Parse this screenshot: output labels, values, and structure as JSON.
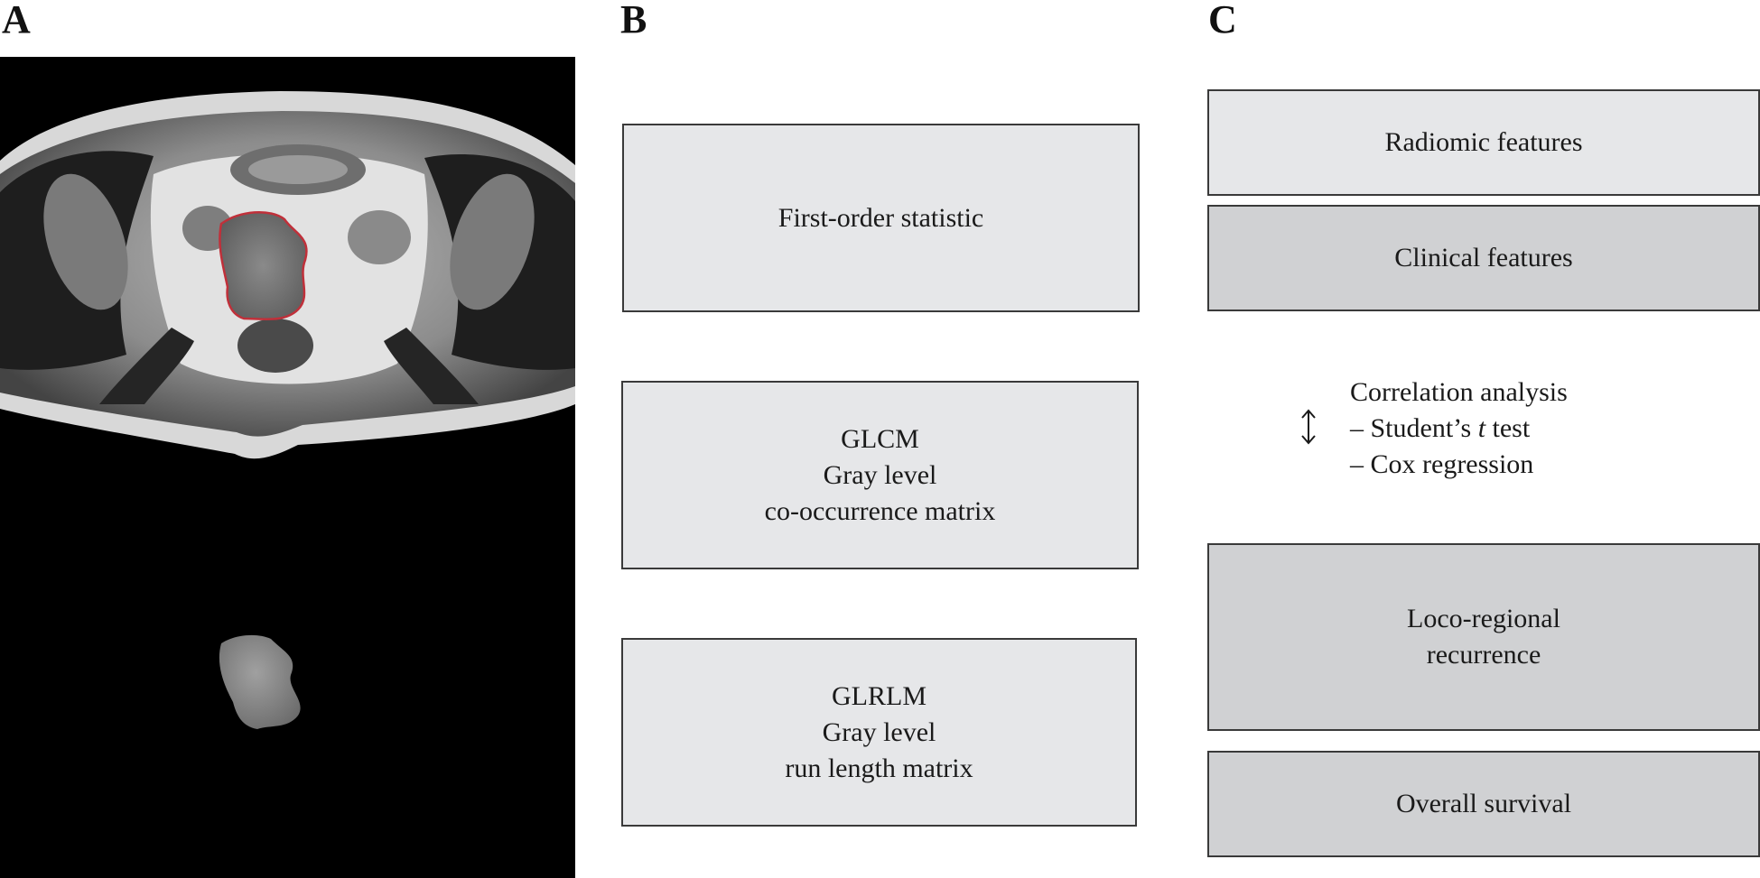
{
  "panels": {
    "a": {
      "letter": "A"
    },
    "b": {
      "letter": "B",
      "boxes": [
        {
          "lines": [
            "First-order statistic"
          ]
        },
        {
          "lines": [
            "GLCM",
            "Gray level",
            "co-occurrence matrix"
          ]
        },
        {
          "lines": [
            "GLRLM",
            "Gray level",
            "run length matrix"
          ]
        }
      ]
    },
    "c": {
      "letter": "C",
      "radiomic": "Radiomic features",
      "clinical": "Clinical features",
      "analysis": {
        "title": "Correlation analysis",
        "item1_prefix": "– Student’s ",
        "item1_italic": "t",
        "item1_suffix": " test",
        "item2": "– Cox regression"
      },
      "loco": [
        "Loco-regional",
        "recurrence"
      ],
      "survival": "Overall survival"
    }
  },
  "colors": {
    "box_light": "#e6e7e9",
    "box_dark": "#d0d1d3",
    "segmentation_outline": "#c0303a"
  }
}
